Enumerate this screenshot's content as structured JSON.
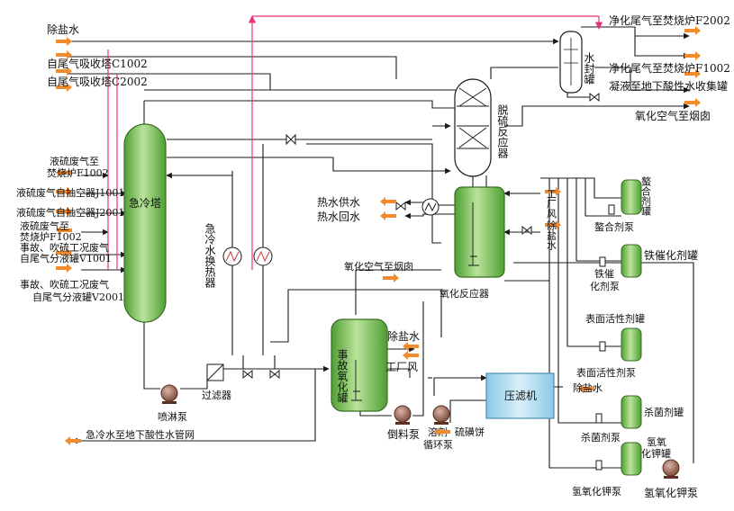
{
  "labels": {
    "desalted_water_top": "除盐水",
    "tail_gas_c1002": "自尾气吸收塔C1002",
    "tail_gas_c2002": "自尾气吸收塔C2002",
    "liquid_sulfur_gas_to_f1002_a": "液硫废气至",
    "liquid_sulfur_gas_to_f1002_b": "焚烧炉F1002",
    "liquid_sulfur_ejector_j1001": "液硫废气自抽空器J1001",
    "liquid_sulfur_ejector_j2001": "液硫废气自抽空器J2001",
    "liquid_sulfur_gas_to_f1002b_a": "液硫废气至",
    "liquid_sulfur_gas_to_f1002b_b": "焚烧炉F1002",
    "accident_gas_v1001_a": "事故、吹硫工况废气",
    "accident_gas_v1001_b": "自尾气分液罐V1001",
    "accident_gas_v2001_a": "事故、吹硫工况废气",
    "accident_gas_v2001_b": "自尾气分液罐V2001",
    "quench_tower": "急冷塔",
    "quench_exchanger": "急冷水换热器",
    "filter": "过滤器",
    "spray_pump": "喷淋泵",
    "quench_water_to_acid": "急冷水至地下酸性水管网",
    "accident_oxidation_tank": "事故氧化罐",
    "desalted_water_mid": "除盐水",
    "plant_air_mid": "工厂风",
    "transfer_pump": "倒料泵",
    "dissolve_pump_a": "溶剂",
    "dissolve_pump_b": "循环泵",
    "sulfur_cake": "硫磺饼",
    "filter_press": "压滤机",
    "oxidized_air_to_stack_mid": "氧化空气至烟囱",
    "oxidation_reactor": "氧化反应器",
    "desulfurization_reactor": "脱硫反应器",
    "hot_water_supply": "热水供水",
    "hot_water_return": "热水回水",
    "plant_air_top": "工厂风",
    "desalted_water_right": "除盐水",
    "water_seal_tank": "水封罐",
    "clean_tail_gas_f2002": "净化尾气至焚烧炉F2002",
    "clean_tail_gas_f1002": "净化尾气至焚烧炉F1002",
    "condensate_to_acid": "凝液至地下酸性水收集罐",
    "oxidized_air_to_stack_right": "氧化空气至烟囱",
    "chelating_tank": "螯合剂罐",
    "chelating_pump": "螯合剂泵",
    "iron_catalyst_tank": "铁催化剂罐",
    "iron_catalyst_pump_a": "铁催",
    "iron_catalyst_pump_b": "化剂泵",
    "surfactant_tank": "表面活性剂罐",
    "surfactant_pump": "表面活性剂泵",
    "desalted_water_bottom": "除盐水",
    "biocide_tank": "杀菌剂罐",
    "biocide_pump": "杀菌剂泵",
    "koh_tank_a": "氢氧",
    "koh_tank_b": "化钾罐",
    "koh_pump_left": "氢氧化钾泵",
    "koh_pump_right": "氢氧化钾泵"
  },
  "colors": {
    "vessel_green": "#6fbf4a",
    "pink_line": "#e8327a",
    "orange_arrow": "#f28a2e",
    "filter_press_blue": "#a9d8ee",
    "pump_brown": "#8d5a4a"
  }
}
